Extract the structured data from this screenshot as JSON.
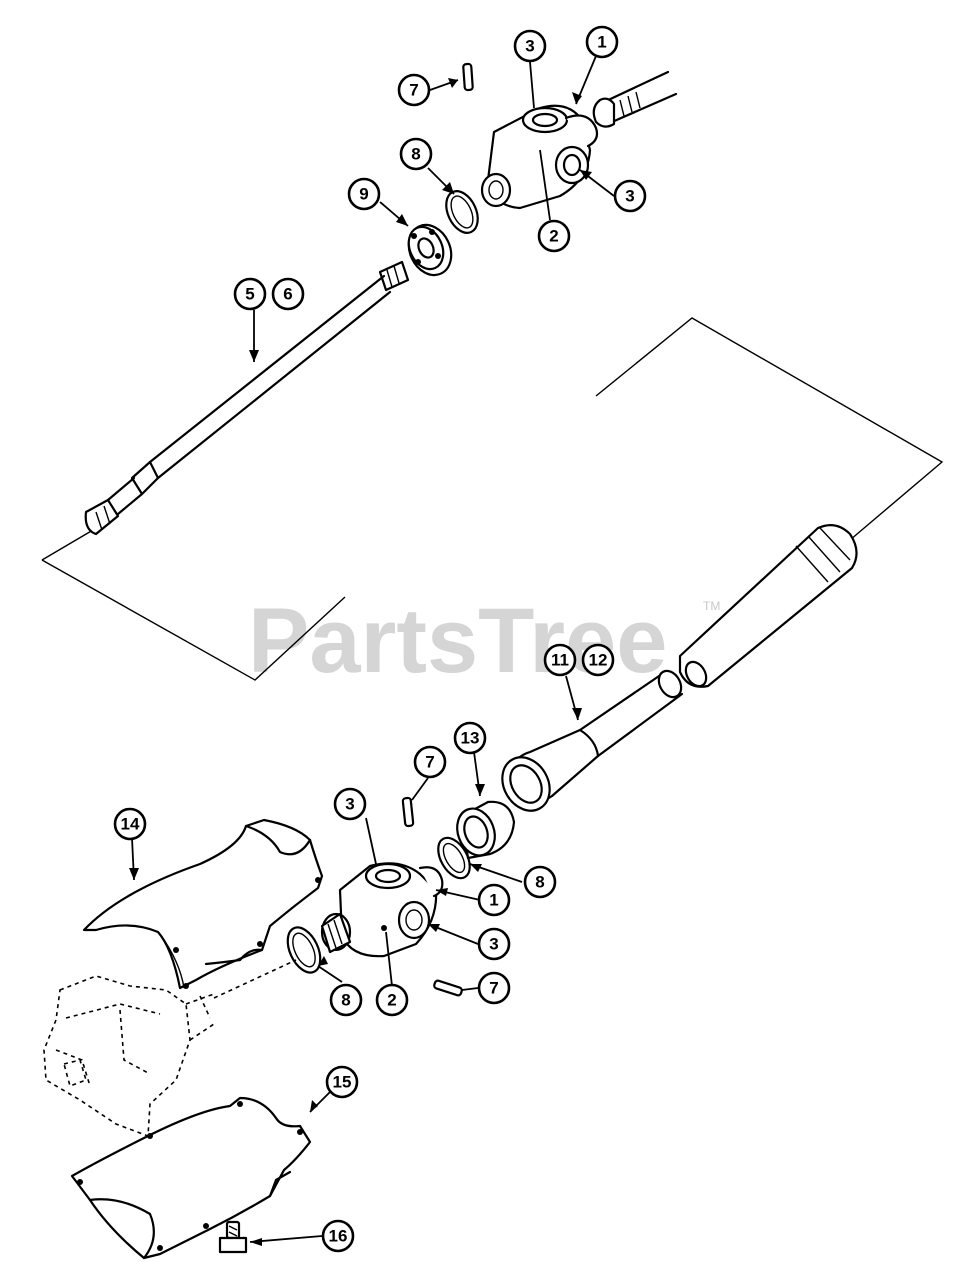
{
  "watermark": {
    "text": "PartsTree",
    "trademark": "TM"
  },
  "callouts": [
    {
      "id": "c1-top",
      "label": "1"
    },
    {
      "id": "c3-top-a",
      "label": "3"
    },
    {
      "id": "c7-top",
      "label": "7"
    },
    {
      "id": "c8-top",
      "label": "8"
    },
    {
      "id": "c3-top-b",
      "label": "3"
    },
    {
      "id": "c9",
      "label": "9"
    },
    {
      "id": "c2-top",
      "label": "2"
    },
    {
      "id": "c5",
      "label": "5"
    },
    {
      "id": "c6",
      "label": "6"
    },
    {
      "id": "c11",
      "label": "11"
    },
    {
      "id": "c12",
      "label": "12"
    },
    {
      "id": "c7-mid",
      "label": "7"
    },
    {
      "id": "c13",
      "label": "13"
    },
    {
      "id": "c14",
      "label": "14"
    },
    {
      "id": "c3-bot-a",
      "label": "3"
    },
    {
      "id": "c8-bot-right",
      "label": "8"
    },
    {
      "id": "c1-bot",
      "label": "1"
    },
    {
      "id": "c3-bot-b",
      "label": "3"
    },
    {
      "id": "c7-bot",
      "label": "7"
    },
    {
      "id": "c8-bot-left",
      "label": "8"
    },
    {
      "id": "c2-bot",
      "label": "2"
    },
    {
      "id": "c15",
      "label": "15"
    },
    {
      "id": "c16",
      "label": "16"
    }
  ]
}
